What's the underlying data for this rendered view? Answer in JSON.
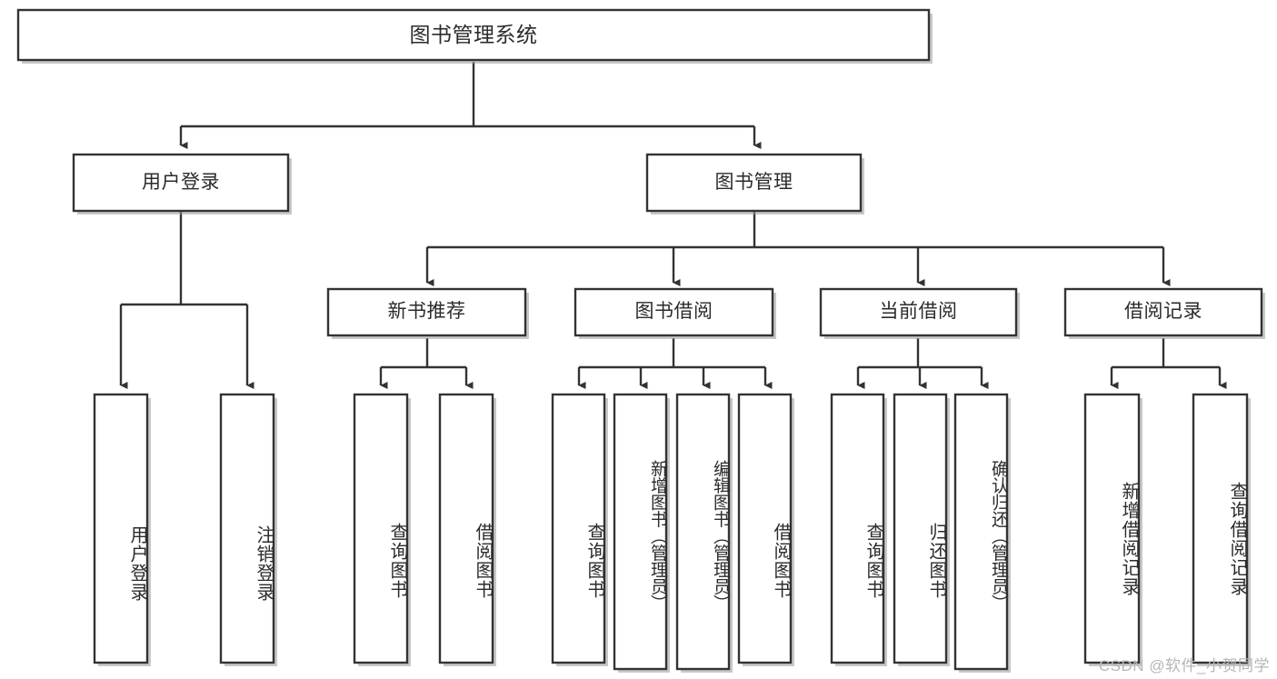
{
  "diagram": {
    "type": "tree-hierarchy",
    "title_node": {
      "id": "root",
      "label": "图书管理系统"
    },
    "level2": [
      {
        "id": "user-login",
        "label": "用户登录"
      },
      {
        "id": "book-manage",
        "label": "图书管理"
      }
    ],
    "level3": [
      {
        "id": "new-book-recommend",
        "label": "新书推荐",
        "parent": "book-manage"
      },
      {
        "id": "book-borrow",
        "label": "图书借阅",
        "parent": "book-manage"
      },
      {
        "id": "current-borrow",
        "label": "当前借阅",
        "parent": "book-manage"
      },
      {
        "id": "borrow-record",
        "label": "借阅记录",
        "parent": "book-manage"
      }
    ],
    "leaves": [
      {
        "id": "leaf-user-login",
        "label": "用户登录",
        "parent": "user-login",
        "tall": false
      },
      {
        "id": "leaf-user-logout",
        "label": "注销登录",
        "parent": "user-login",
        "tall": false
      },
      {
        "id": "leaf-query-book-1",
        "label": "查询图书",
        "parent": "new-book-recommend",
        "tall": false
      },
      {
        "id": "leaf-borrow-book-1",
        "label": "借阅图书",
        "parent": "new-book-recommend",
        "tall": false
      },
      {
        "id": "leaf-query-book-2",
        "label": "查询图书",
        "parent": "book-borrow",
        "tall": false
      },
      {
        "id": "leaf-add-book",
        "label": "新增图书（管理员）",
        "parent": "book-borrow",
        "tall": true
      },
      {
        "id": "leaf-edit-book",
        "label": "编辑图书（管理员）",
        "parent": "book-borrow",
        "tall": true
      },
      {
        "id": "leaf-borrow-book-2",
        "label": "借阅图书",
        "parent": "book-borrow",
        "tall": false
      },
      {
        "id": "leaf-query-book-3",
        "label": "查询图书",
        "parent": "current-borrow",
        "tall": false
      },
      {
        "id": "leaf-return-book",
        "label": "归还图书",
        "parent": "current-borrow",
        "tall": false
      },
      {
        "id": "leaf-confirm-return",
        "label": "确认归还（管理员）",
        "parent": "current-borrow",
        "tall": true
      },
      {
        "id": "leaf-add-record",
        "label": "新增借阅记录",
        "parent": "borrow-record",
        "tall": false
      },
      {
        "id": "leaf-query-record",
        "label": "查询借阅记录",
        "parent": "borrow-record",
        "tall": false
      }
    ],
    "colors": {
      "stroke": "#333333",
      "fill": "#ffffff",
      "text": "#2b2b2b",
      "shadow": "#9a9a9a",
      "watermark": "#b6b6b6"
    }
  },
  "watermark": {
    "text": "CSDN @软件_小贺同学"
  }
}
